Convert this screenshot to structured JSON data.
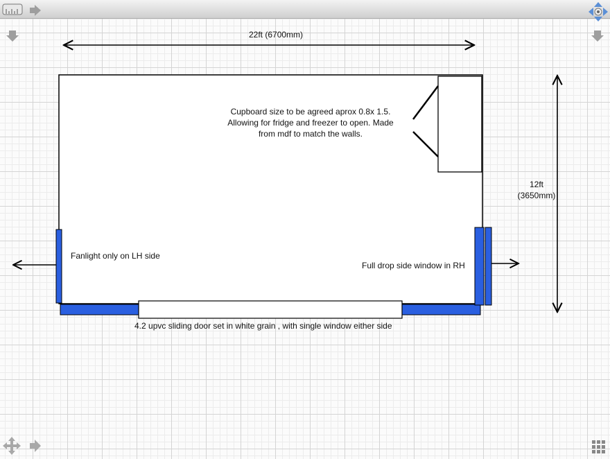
{
  "diagram": {
    "width_label": "22ft (6700mm)",
    "height_label_line1": "12ft",
    "height_label_line2": "(3650mm)",
    "cupboard_note": [
      "Cupboard size to be agreed aprox 0.8x 1.5.",
      "Allowing for fridge and freezer to open. Made",
      "from mdf to match the walls."
    ],
    "fanlight_note": "Fanlight only on LH side",
    "side_window_note": "Full drop side window in RH",
    "door_note": "4.2 upvc sliding door set in white grain , with  single window either side"
  },
  "toolbar": {
    "ruler_icon": "ruler-icon",
    "forward_icon": "arrow-right-icon",
    "nav_icon": "navigation-pad-icon",
    "collapse_icon": "arrow-down-icon",
    "move_icon": "move-arrows-icon",
    "grid_icon": "grid-icon"
  },
  "colors": {
    "window_blue": "#2a5fe0",
    "wall": "#000000",
    "grid_major": "#d4d4d4",
    "grid_minor": "#ececec"
  }
}
